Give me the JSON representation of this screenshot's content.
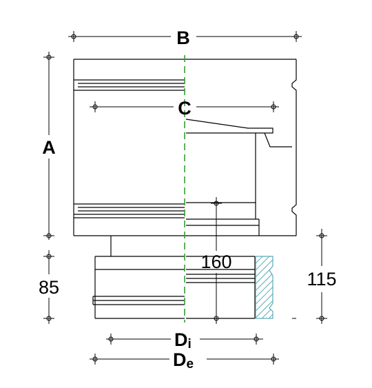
{
  "labels": {
    "b": "B",
    "a": "A",
    "c": "C",
    "d_i_main": "D",
    "d_i_sub": "i",
    "d_e_main": "D",
    "d_e_sub": "e",
    "h_160": "160",
    "h_85": "85",
    "h_115": "115"
  },
  "colors": {
    "line": "#000000",
    "axis": "#2fa02f",
    "hatch": "#5aaab4"
  }
}
